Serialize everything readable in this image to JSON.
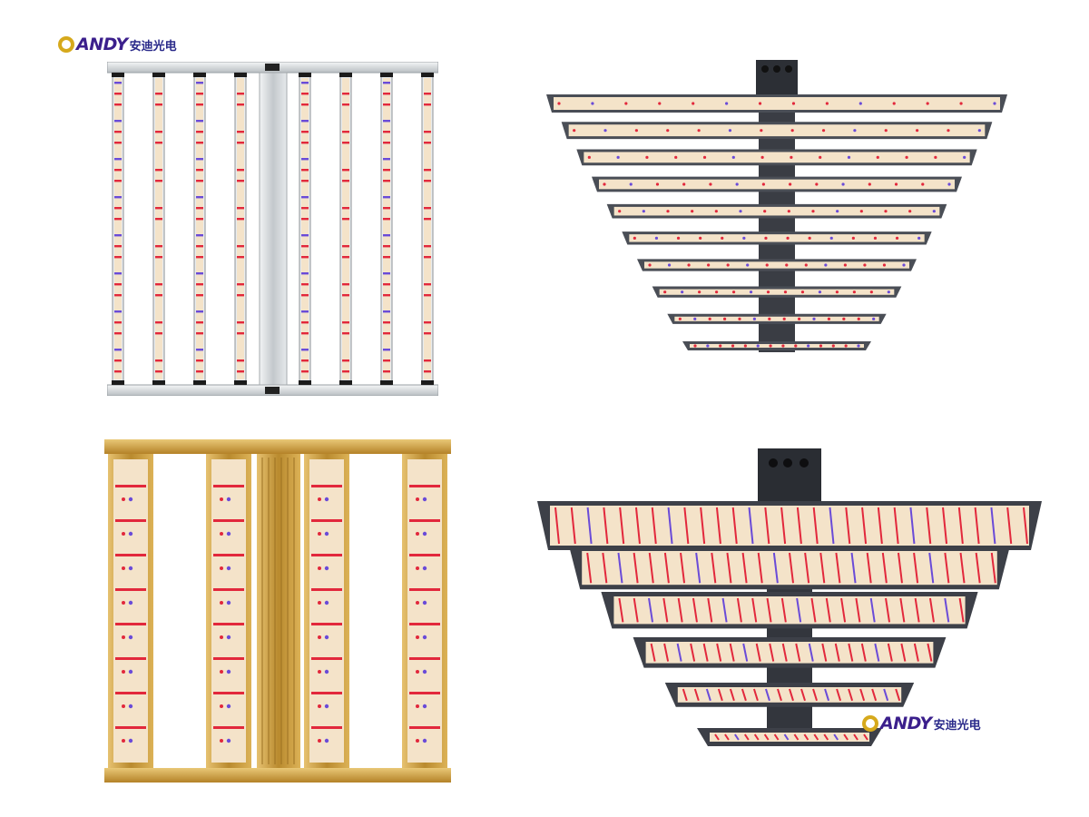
{
  "brand": {
    "name": "ANDY",
    "name_cn": "安迪光电",
    "text_color": "#3b1f8c",
    "mark_color": "#d6a91c"
  },
  "products": [
    {
      "id": "silver-frame",
      "bars": 8,
      "finish": "silver",
      "frame_color": "#cfd3d6",
      "view": "flat-front"
    },
    {
      "id": "black-spine-10",
      "bars": 10,
      "finish": "black",
      "frame_color": "#3a3d44",
      "view": "perspective"
    },
    {
      "id": "gold-frame",
      "bars": 4,
      "finish": "gold",
      "frame_color": "#c9a04a",
      "view": "flat-front"
    },
    {
      "id": "black-spine-6",
      "bars": 6,
      "finish": "black",
      "frame_color": "#2f3238",
      "view": "perspective"
    }
  ],
  "led_colors": {
    "white": "#f4e3c9",
    "red": "#e2283c",
    "blue": "#6a4bd8"
  }
}
